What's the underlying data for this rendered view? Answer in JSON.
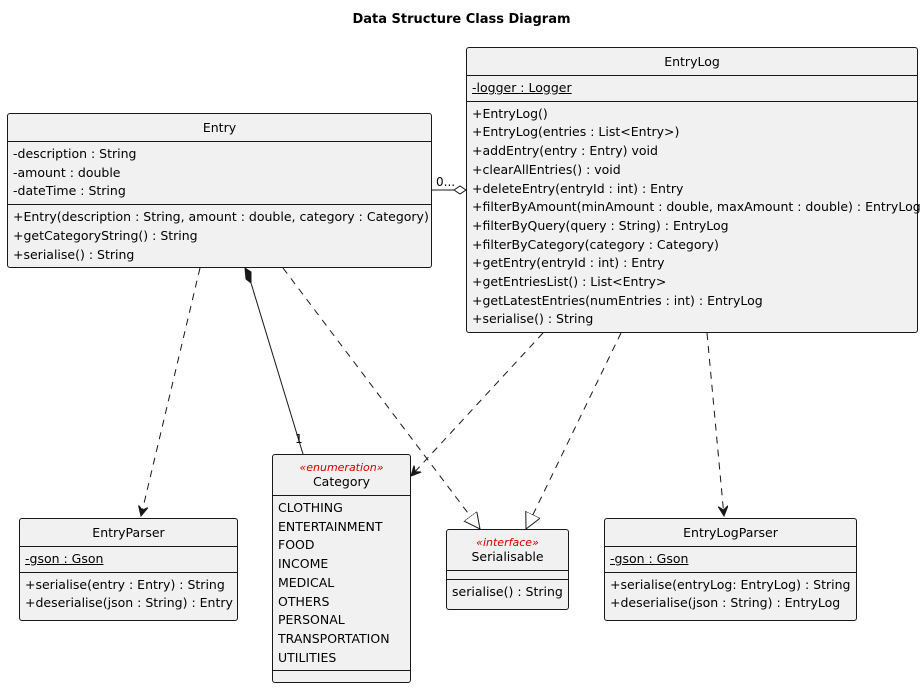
{
  "diagram": {
    "title": "Data Structure Class Diagram",
    "classes": {
      "entrylog": {
        "name": "EntryLog",
        "fields": [
          "-logger : Logger"
        ],
        "methods": [
          "+EntryLog()",
          "+EntryLog(entries : List<Entry>)",
          "+addEntry(entry : Entry) void",
          "+clearAllEntries() : void",
          "+deleteEntry(entryId : int) : Entry",
          "+filterByAmount(minAmount : double, maxAmount : double) : EntryLog",
          "+filterByQuery(query : String) : EntryLog",
          "+filterByCategory(category : Category)",
          "+getEntry(entryId : int) : Entry",
          "+getEntriesList() : List<Entry>",
          "+getLatestEntries(numEntries : int) : EntryLog",
          "+serialise() : String"
        ]
      },
      "entry": {
        "name": "Entry",
        "fields": [
          "-description : String",
          "-amount : double",
          "-dateTime : String"
        ],
        "methods": [
          "+Entry(description : String, amount : double, category : Category)",
          "+getCategoryString() : String",
          "+serialise() : String"
        ]
      },
      "category": {
        "stereotype": "«enumeration»",
        "name": "Category",
        "values": [
          "CLOTHING",
          "ENTERTAINMENT",
          "FOOD",
          "INCOME",
          "MEDICAL",
          "OTHERS",
          "PERSONAL",
          "TRANSPORTATION",
          "UTILITIES"
        ]
      },
      "serialisable": {
        "stereotype": "«interface»",
        "name": "Serialisable",
        "methods": [
          "serialise() : String"
        ]
      },
      "entryparser": {
        "name": "EntryParser",
        "fields": [
          "-gson : Gson"
        ],
        "methods": [
          "+serialise(entry : Entry) : String",
          "+deserialise(json : String) : Entry"
        ]
      },
      "entrylogparser": {
        "name": "EntryLogParser",
        "fields": [
          "-gson : Gson"
        ],
        "methods": [
          "+serialise(entryLog: EntryLog) : String",
          "+deserialise(json : String) : EntryLog"
        ]
      }
    },
    "multiplicities": {
      "aggregation_entry": "0...",
      "composition_category": "1"
    }
  }
}
